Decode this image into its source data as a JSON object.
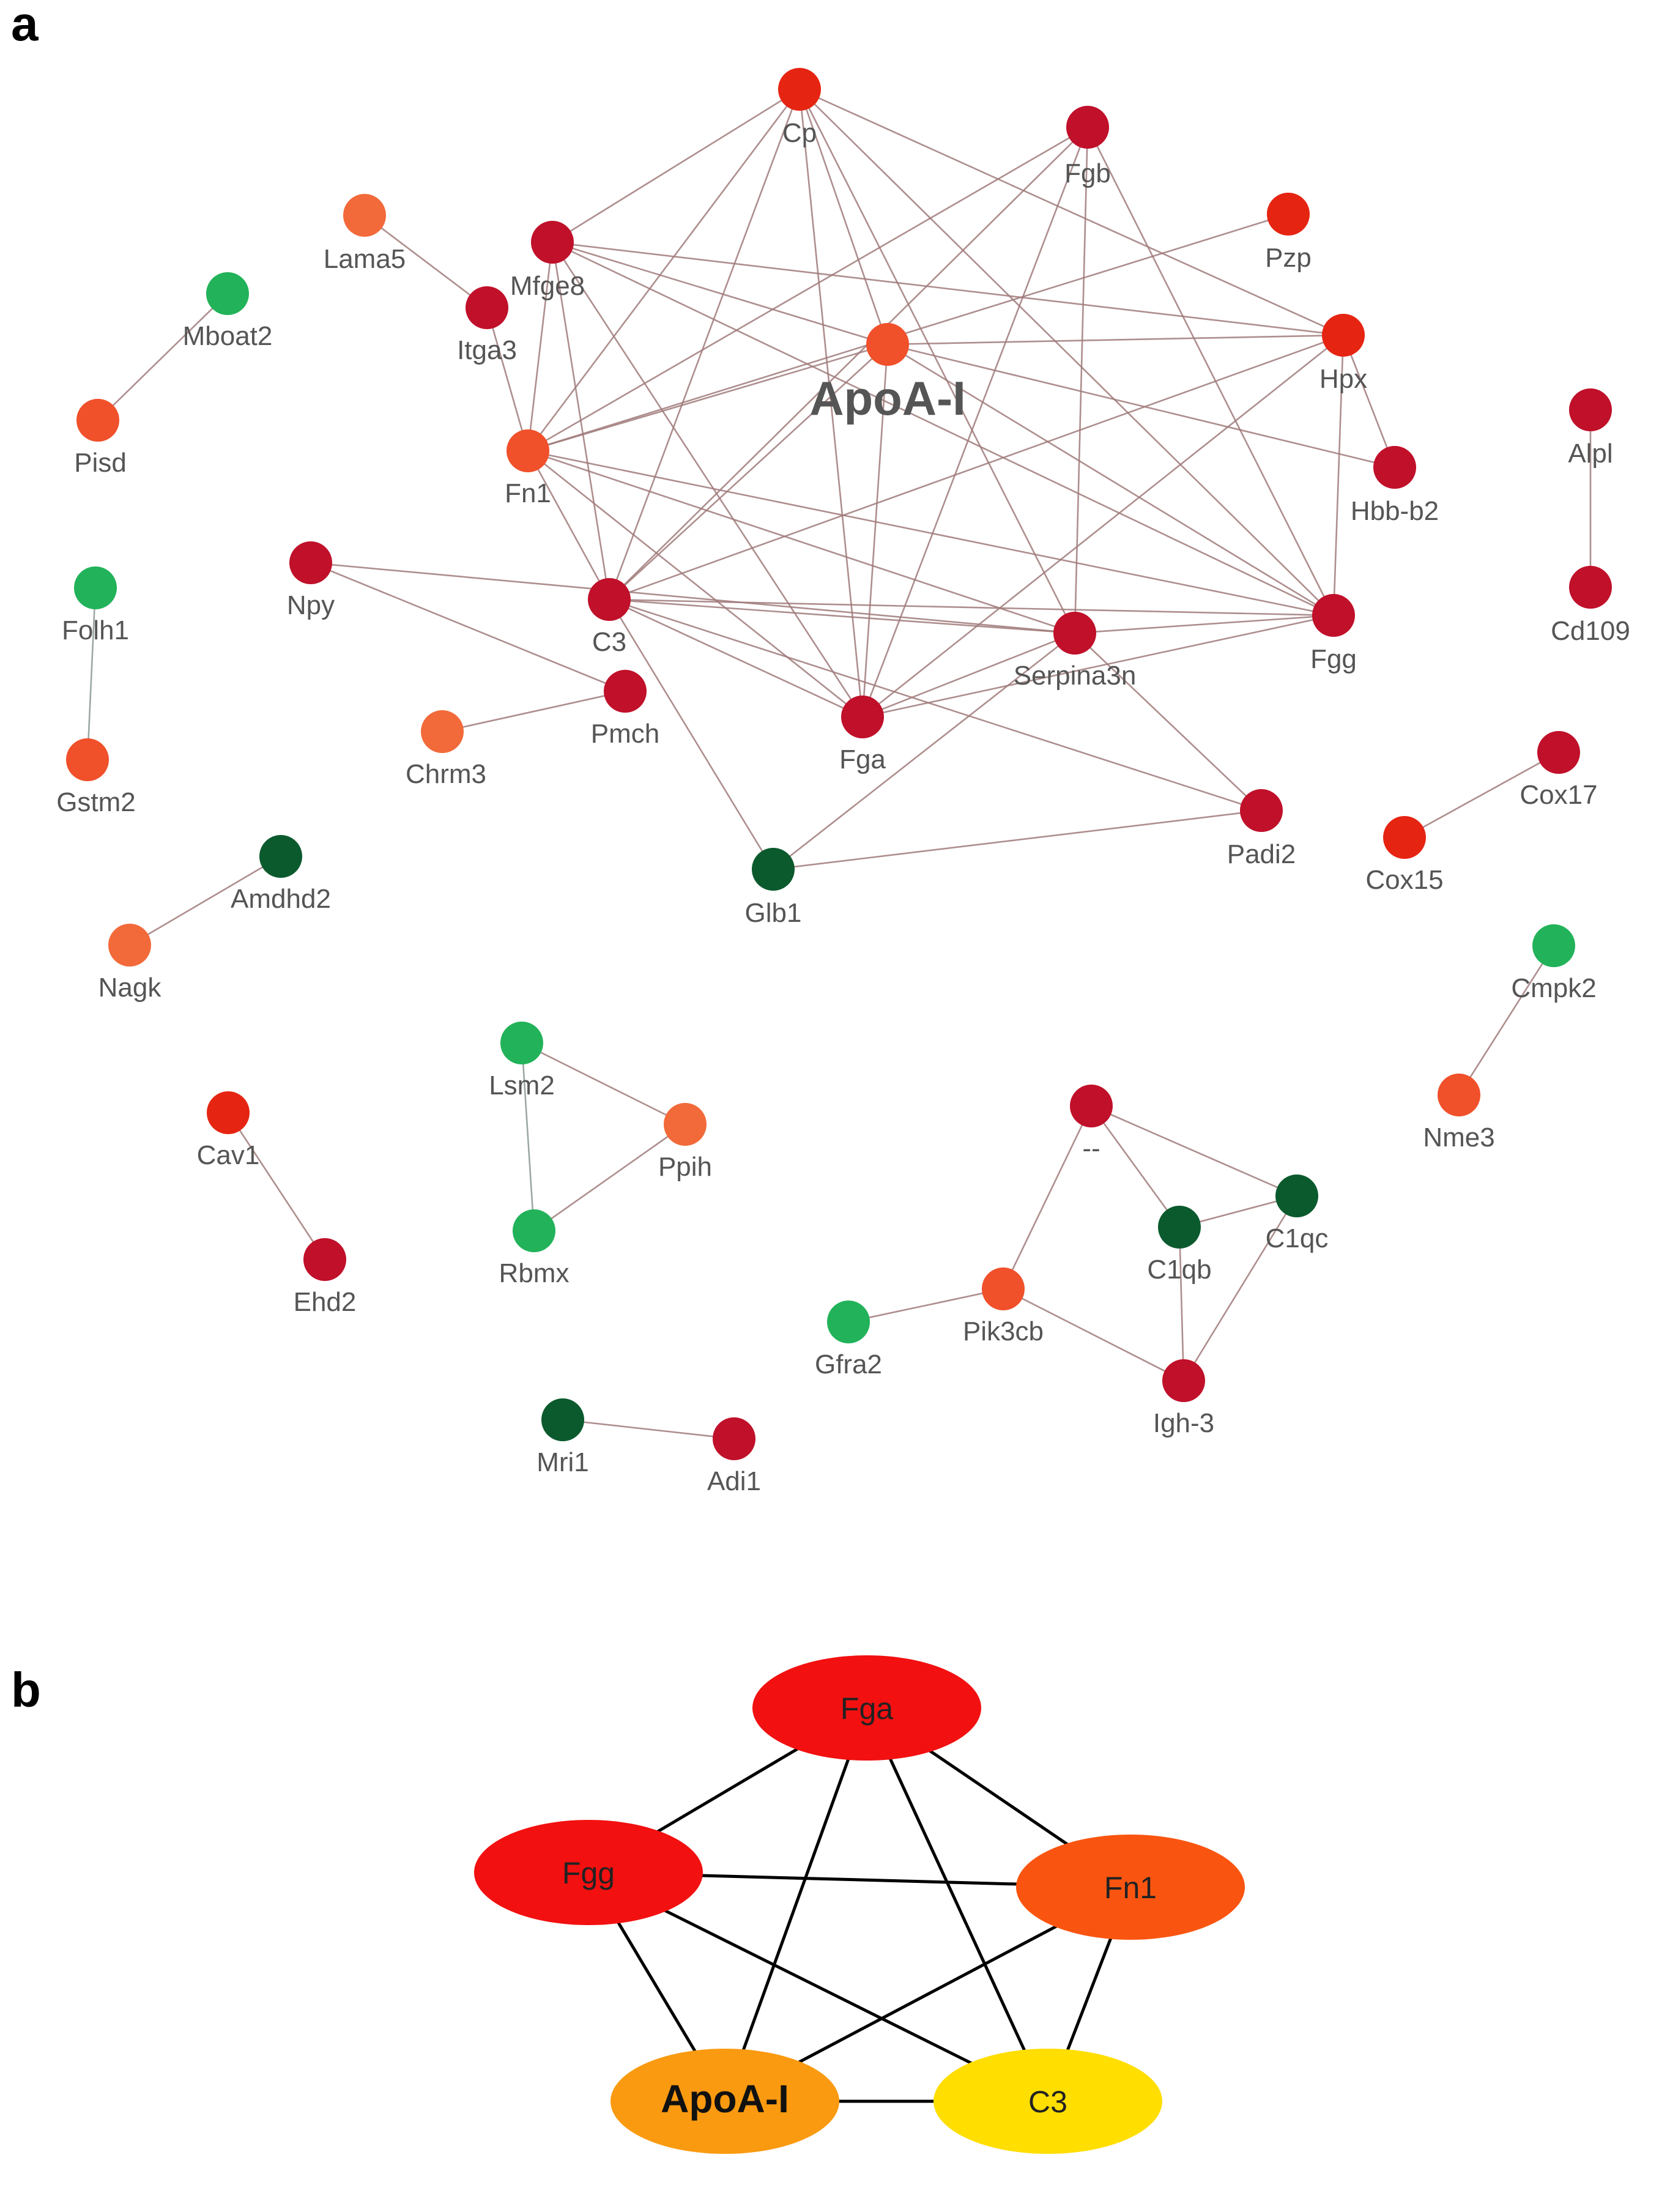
{
  "panel_a": {
    "letter": "a",
    "hub_label": "ApoA-I",
    "colors": {
      "dark_red": "#c0102a",
      "red": "#e62412",
      "orange_red": "#f0502a",
      "orange": "#f26a3a",
      "light_green": "#22b25a",
      "dark_green": "#0b5a2e"
    },
    "nodes": [
      {
        "label": "Cp",
        "color": "red"
      },
      {
        "label": "Fgb",
        "color": "dark_red"
      },
      {
        "label": "Pzp",
        "color": "red"
      },
      {
        "label": "Lama5",
        "color": "orange"
      },
      {
        "label": "Mfge8",
        "color": "dark_red"
      },
      {
        "label": "Itga3",
        "color": "dark_red"
      },
      {
        "label": "Mboat2",
        "color": "light_green"
      },
      {
        "label": "Pisd",
        "color": "orange_red"
      },
      {
        "label": "ApoA-I",
        "color": "orange_red"
      },
      {
        "label": "Hpx",
        "color": "red"
      },
      {
        "label": "Alpl",
        "color": "dark_red"
      },
      {
        "label": "Fn1",
        "color": "orange_red"
      },
      {
        "label": "Hbb-b2",
        "color": "dark_red"
      },
      {
        "label": "Folh1",
        "color": "light_green"
      },
      {
        "label": "Npy",
        "color": "dark_red"
      },
      {
        "label": "C3",
        "color": "dark_red"
      },
      {
        "label": "Serpina3n",
        "color": "dark_red"
      },
      {
        "label": "Fgg",
        "color": "dark_red"
      },
      {
        "label": "Cd109",
        "color": "dark_red"
      },
      {
        "label": "Gstm2",
        "color": "orange_red"
      },
      {
        "label": "Pmch",
        "color": "dark_red"
      },
      {
        "label": "Chrm3",
        "color": "orange"
      },
      {
        "label": "Fga",
        "color": "dark_red"
      },
      {
        "label": "Cox17",
        "color": "dark_red"
      },
      {
        "label": "Padi2",
        "color": "dark_red"
      },
      {
        "label": "Cox15",
        "color": "red"
      },
      {
        "label": "Amdhd2",
        "color": "dark_green"
      },
      {
        "label": "Glb1",
        "color": "dark_green"
      },
      {
        "label": "Nagk",
        "color": "orange"
      },
      {
        "label": "Cmpk2",
        "color": "light_green"
      },
      {
        "label": "Lsm2",
        "color": "light_green"
      },
      {
        "label": "Ppih",
        "color": "orange"
      },
      {
        "label": "Cav1",
        "color": "red"
      },
      {
        "label": "--",
        "color": "dark_red"
      },
      {
        "label": "Nme3",
        "color": "orange_red"
      },
      {
        "label": "C1qc",
        "color": "dark_green"
      },
      {
        "label": "C1qb",
        "color": "dark_green"
      },
      {
        "label": "Rbmx",
        "color": "light_green"
      },
      {
        "label": "Ehd2",
        "color": "dark_red"
      },
      {
        "label": "Gfra2",
        "color": "light_green"
      },
      {
        "label": "Pik3cb",
        "color": "orange_red"
      },
      {
        "label": "Igh-3",
        "color": "dark_red"
      },
      {
        "label": "Mri1",
        "color": "dark_green"
      },
      {
        "label": "Adi1",
        "color": "dark_red"
      }
    ],
    "edges": [
      [
        "Cp",
        "Mfge8"
      ],
      [
        "Cp",
        "Fn1"
      ],
      [
        "Cp",
        "C3"
      ],
      [
        "Cp",
        "ApoA-I"
      ],
      [
        "Cp",
        "Fga"
      ],
      [
        "Cp",
        "Hpx"
      ],
      [
        "Cp",
        "Fgg"
      ],
      [
        "Cp",
        "Serpina3n"
      ],
      [
        "Fgb",
        "Fn1"
      ],
      [
        "Fgb",
        "C3"
      ],
      [
        "Fgb",
        "Fga"
      ],
      [
        "Fgb",
        "Serpina3n"
      ],
      [
        "Fgb",
        "Fgg"
      ],
      [
        "Pzp",
        "Fn1"
      ],
      [
        "Lama5",
        "Itga3"
      ],
      [
        "Itga3",
        "Fn1"
      ],
      [
        "Mfge8",
        "ApoA-I"
      ],
      [
        "Mfge8",
        "Fn1"
      ],
      [
        "Mfge8",
        "C3"
      ],
      [
        "Mfge8",
        "Fga"
      ],
      [
        "Mfge8",
        "Fgg"
      ],
      [
        "Mfge8",
        "Hpx"
      ],
      [
        "ApoA-I",
        "Hpx"
      ],
      [
        "ApoA-I",
        "Hbb-b2"
      ],
      [
        "ApoA-I",
        "Fn1"
      ],
      [
        "ApoA-I",
        "C3"
      ],
      [
        "ApoA-I",
        "Fga"
      ],
      [
        "ApoA-I",
        "Fgg"
      ],
      [
        "Hpx",
        "Hbb-b2"
      ],
      [
        "Hpx",
        "Fgg"
      ],
      [
        "Hpx",
        "C3"
      ],
      [
        "Hpx",
        "Fga"
      ],
      [
        "Fn1",
        "C3"
      ],
      [
        "Fn1",
        "Fgg"
      ],
      [
        "Fn1",
        "Serpina3n"
      ],
      [
        "Fn1",
        "Fga"
      ],
      [
        "C3",
        "Serpina3n"
      ],
      [
        "C3",
        "Fgg"
      ],
      [
        "C3",
        "Fga"
      ],
      [
        "C3",
        "Padi2"
      ],
      [
        "C3",
        "Glb1"
      ],
      [
        "Serpina3n",
        "Fga"
      ],
      [
        "Serpina3n",
        "Fgg"
      ],
      [
        "Serpina3n",
        "Padi2"
      ],
      [
        "Serpina3n",
        "Glb1"
      ],
      [
        "Fga",
        "Fgg"
      ],
      [
        "Glb1",
        "Padi2"
      ],
      [
        "Npy",
        "Pmch"
      ],
      [
        "Npy",
        "Serpina3n"
      ],
      [
        "Chrm3",
        "Pmch"
      ],
      [
        "Mboat2",
        "Pisd"
      ],
      [
        "Folh1",
        "Gstm2"
      ],
      [
        "Alpl",
        "Cd109"
      ],
      [
        "Cox17",
        "Cox15"
      ],
      [
        "Amdhd2",
        "Nagk"
      ],
      [
        "Cmpk2",
        "Nme3"
      ],
      [
        "Cav1",
        "Ehd2"
      ],
      [
        "Lsm2",
        "Ppih"
      ],
      [
        "Lsm2",
        "Rbmx"
      ],
      [
        "Ppih",
        "Rbmx"
      ],
      [
        "--",
        "C1qc"
      ],
      [
        "--",
        "C1qb"
      ],
      [
        "--",
        "Pik3cb"
      ],
      [
        "C1qb",
        "C1qc"
      ],
      [
        "C1qb",
        "Igh-3"
      ],
      [
        "C1qc",
        "Igh-3"
      ],
      [
        "Pik3cb",
        "Igh-3"
      ],
      [
        "Pik3cb",
        "Gfra2"
      ],
      [
        "Mri1",
        "Adi1"
      ]
    ]
  },
  "panel_b": {
    "letter": "b",
    "nodes": [
      {
        "label": "Fga",
        "color": "#f21010"
      },
      {
        "label": "Fgg",
        "color": "#f21010"
      },
      {
        "label": "Fn1",
        "color": "#fa5510"
      },
      {
        "label": "ApoA-I",
        "color": "#fa9a10"
      },
      {
        "label": "C3",
        "color": "#ffde00"
      }
    ],
    "edges": [
      [
        "Fga",
        "Fgg"
      ],
      [
        "Fga",
        "Fn1"
      ],
      [
        "Fga",
        "ApoA-I"
      ],
      [
        "Fga",
        "C3"
      ],
      [
        "Fgg",
        "Fn1"
      ],
      [
        "Fgg",
        "ApoA-I"
      ],
      [
        "Fgg",
        "C3"
      ],
      [
        "Fn1",
        "ApoA-I"
      ],
      [
        "Fn1",
        "C3"
      ],
      [
        "ApoA-I",
        "C3"
      ]
    ]
  }
}
